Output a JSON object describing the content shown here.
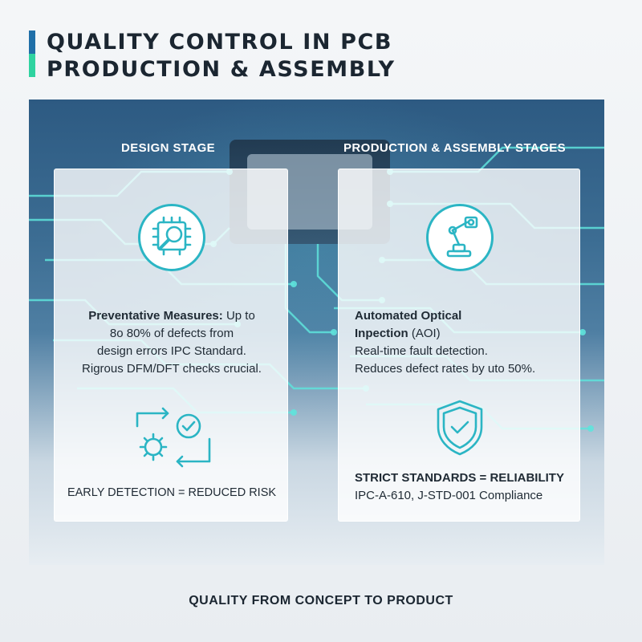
{
  "header": {
    "title_line1": "QUALITY CONTROL IN PCB",
    "title_line2": "PRODUCTION & ASSEMBLY"
  },
  "stages": {
    "design": {
      "heading": "DESIGN STAGE",
      "icon": "chip-magnifier-icon",
      "lead": "Preventative Measures:",
      "lead_rest": " Up to",
      "line2": "8o 80% of defects from",
      "line3": "design errors IPC Standard.",
      "line4": "Rigrous DFM/DFT checks crucial.",
      "cycle_icon": "gear-cycle-check-icon",
      "tagline": "EARLY DETECTION = REDUCED RISK"
    },
    "production": {
      "heading": "PRODUCTION & ASSEMBLY STAGES",
      "icon": "robot-arm-icon",
      "lead_line1": "Automated Optical",
      "lead_line2": "Inpection",
      "lead_line2_rest": " (AOI)",
      "line3": "Real-time fault detection.",
      "line4": "Reduces defect rates by uto 50%.",
      "shield_icon": "shield-check-icon",
      "tagline": "STRICT STANDARDS = RELIABILITY",
      "compliance": "IPC-A-610, J-STD-001 Compliance"
    }
  },
  "footer": {
    "text": "QUALITY FROM CONCEPT TO PRODUCT"
  },
  "colors": {
    "accent_blue": "#1f6fa8",
    "accent_green": "#2fd3a0",
    "icon_teal": "#2bb5c4",
    "trace_cyan": "#5fe3dc",
    "board_dark": "#2d5a82"
  }
}
